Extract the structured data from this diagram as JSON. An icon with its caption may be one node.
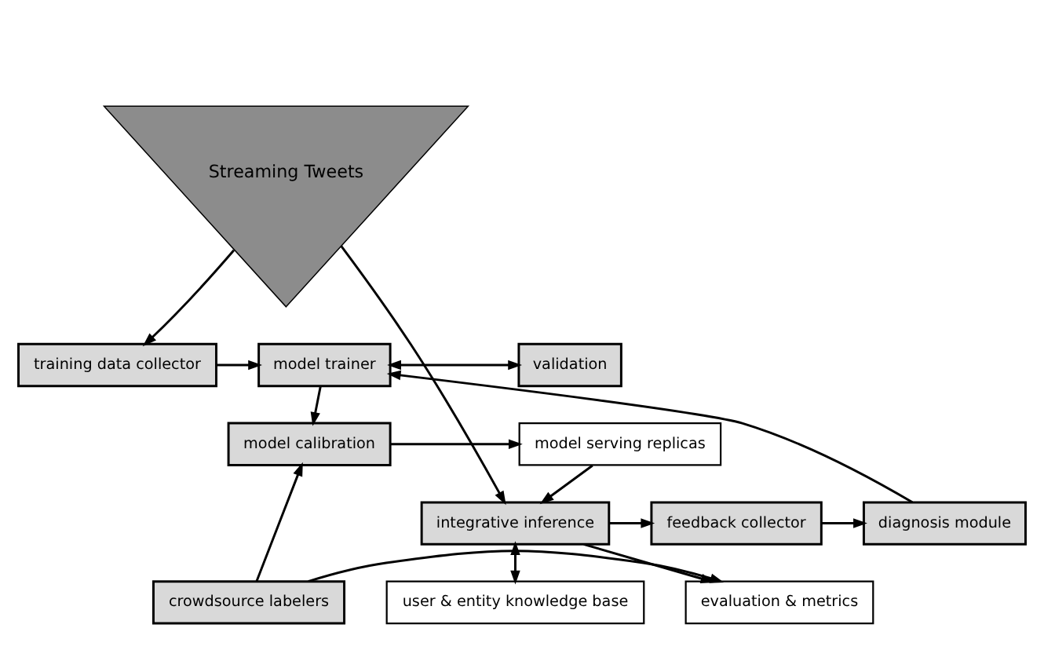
{
  "diagram": {
    "nodes": [
      {
        "text": [
          "Streaming Tweets"
        ]
      },
      {
        "text": [
          "training data collector"
        ]
      },
      {
        "text": [
          "model trainer"
        ]
      },
      {
        "text": [
          "validation"
        ]
      },
      {
        "text": [
          "model serving replicas"
        ]
      },
      {
        "text": [
          "model calibration"
        ]
      },
      {
        "text": [
          "integrative inference"
        ]
      },
      {
        "text": [
          "feedback collector"
        ]
      },
      {
        "text": [
          "diagnosis module"
        ]
      },
      {
        "text": [
          "user & entity knowledge base"
        ]
      },
      {
        "text": [
          "evaluation & metrics"
        ]
      },
      {
        "text": [
          "crowdsource labelers"
        ]
      }
    ],
    "edges": [
      {
        "from": 0,
        "to": 1,
        "arrow": "to"
      },
      {
        "from": 0,
        "to": 6,
        "arrow": "to"
      },
      {
        "from": 1,
        "to": 2,
        "arrow": "to"
      },
      {
        "from": 2,
        "to": 3,
        "arrow": "both"
      },
      {
        "from": 2,
        "to": 5,
        "arrow": "to"
      },
      {
        "from": 5,
        "to": 4,
        "arrow": "to"
      },
      {
        "from": 4,
        "to": 6,
        "arrow": "to"
      },
      {
        "from": 6,
        "to": 7,
        "arrow": "to"
      },
      {
        "from": 7,
        "to": 8,
        "arrow": "to"
      },
      {
        "from": 8,
        "to": 2,
        "arrow": "to"
      },
      {
        "from": 11,
        "to": 5,
        "arrow": "to"
      },
      {
        "from": 6,
        "to": 9,
        "arrow": "both"
      },
      {
        "from": 6,
        "to": 10,
        "arrow": "to"
      },
      {
        "from": 11,
        "to": 10,
        "arrow": "to"
      }
    ]
  }
}
